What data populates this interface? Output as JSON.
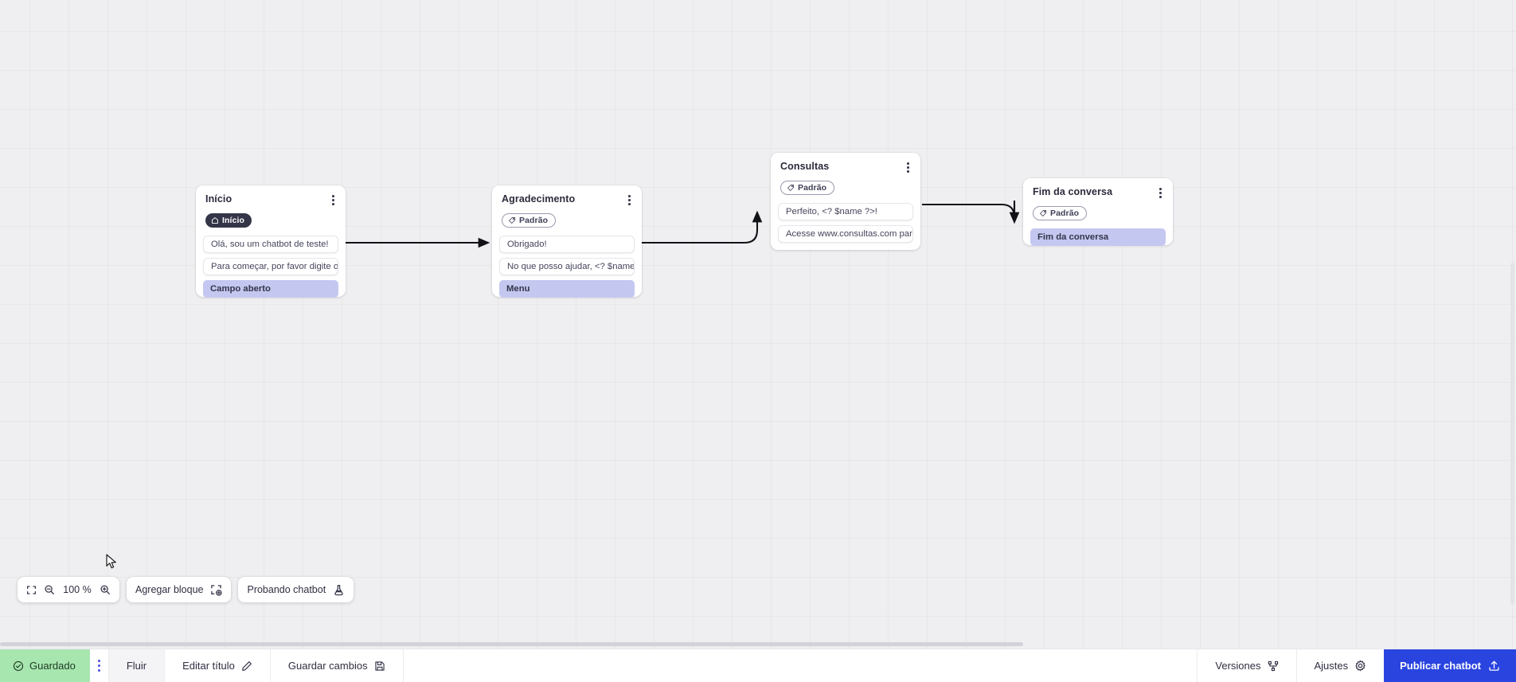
{
  "canvas": {
    "zoom_level": "100 %",
    "nodes": [
      {
        "id": "inicio",
        "title": "Início",
        "badge": {
          "label": "Início",
          "icon": "home-icon",
          "style": "start"
        },
        "messages": [
          "Olá, sou um chatbot de teste!",
          "Para começar, por favor digite o ..."
        ],
        "chips": [
          "Campo aberto"
        ]
      },
      {
        "id": "agradecimento",
        "title": "Agradecimento",
        "badge": {
          "label": "Padrão",
          "icon": "tag-icon",
          "style": "default"
        },
        "messages": [
          "Obrigado!",
          "No que posso ajudar, <? $name ..."
        ],
        "chips": [
          "Menu"
        ]
      },
      {
        "id": "consultas",
        "title": "Consultas",
        "badge": {
          "label": "Padrão",
          "icon": "tag-icon",
          "style": "default"
        },
        "messages": [
          "Perfeito, <? $name ?>!",
          "Acesse www.consultas.com par..."
        ],
        "chips": []
      },
      {
        "id": "fim",
        "title": "Fim da conversa",
        "badge": {
          "label": "Padrão",
          "icon": "tag-icon",
          "style": "default"
        },
        "messages": [],
        "chips": [
          "Fim da conversa"
        ]
      }
    ]
  },
  "toolbar": {
    "fit_icon": "fit-screen-icon",
    "zoom_out_icon": "zoom-out-icon",
    "zoom_in_icon": "zoom-in-icon",
    "zoom_value": "100 %",
    "add_block_label": "Agregar bloque",
    "add_block_icon": "add-block-icon",
    "test_chatbot_label": "Probando chatbot",
    "test_chatbot_icon": "flask-icon"
  },
  "statusbar": {
    "saved_label": "Guardado",
    "saved_icon": "check-circle-icon",
    "more_icon": "kebab-menu-icon",
    "flow_label": "Fluir",
    "edit_title_label": "Editar título",
    "edit_title_icon": "pencil-icon",
    "save_changes_label": "Guardar cambios",
    "save_changes_icon": "floppy-disk-icon",
    "versions_label": "Versiones",
    "versions_icon": "branch-icon",
    "settings_label": "Ajustes",
    "settings_icon": "gear-icon",
    "publish_label": "Publicar chatbot",
    "publish_icon": "upload-icon"
  },
  "colors": {
    "canvas_bg": "#efeff1",
    "chip": "#c4c8f0",
    "saved_green": "#a8e6b0",
    "publish_blue": "#2a44e0",
    "badge_dark": "#353549"
  }
}
